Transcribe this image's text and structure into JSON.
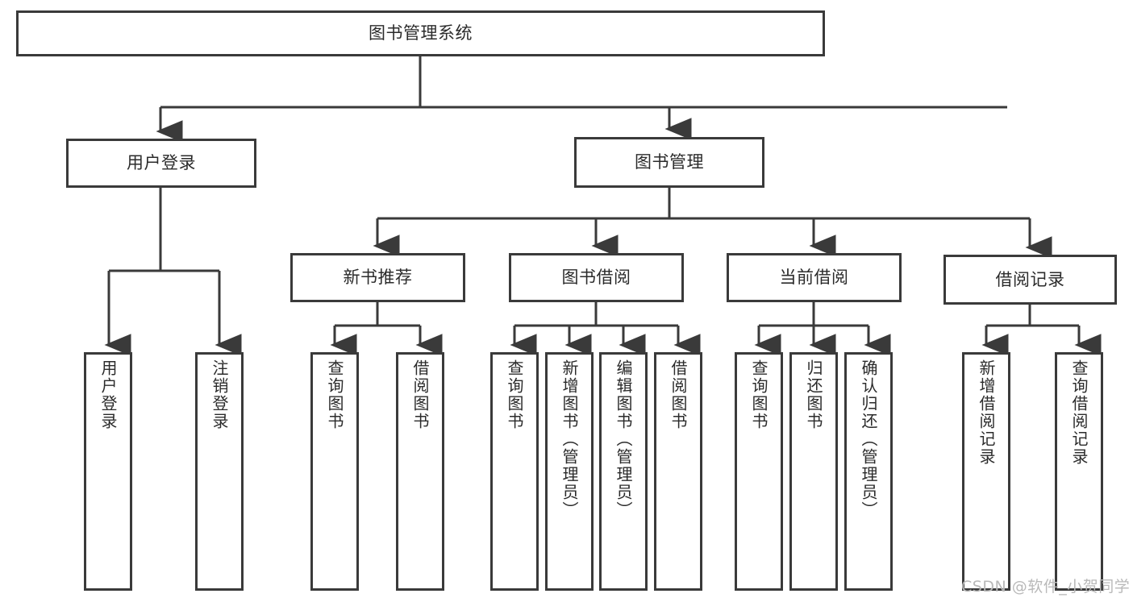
{
  "diagram": {
    "type": "tree-hierarchy-chart",
    "title": "图书管理系统",
    "line_color": "#3a3a3a",
    "text_color": "#2b2b2b",
    "background": "#ffffff",
    "levels": 4
  },
  "root": {
    "label": "图书管理系统"
  },
  "level2": [
    {
      "label": "用户登录"
    },
    {
      "label": "图书管理"
    }
  ],
  "level3": [
    {
      "label": "新书推荐"
    },
    {
      "label": "图书借阅"
    },
    {
      "label": "当前借阅"
    },
    {
      "label": "借阅记录"
    }
  ],
  "leaves": {
    "user_login": [
      {
        "label": "用户登录"
      },
      {
        "label": "注销登录"
      }
    ],
    "new_book": [
      {
        "label": "查询图书"
      },
      {
        "label": "借阅图书"
      }
    ],
    "book_borrow": [
      {
        "label": "查询图书"
      },
      {
        "label": "新增图书（管理员）"
      },
      {
        "label": "编辑图书（管理员）"
      },
      {
        "label": "借阅图书"
      }
    ],
    "current_borrow": [
      {
        "label": "查询图书"
      },
      {
        "label": "归还图书"
      },
      {
        "label": "确认归还（管理员）"
      }
    ],
    "borrow_record": [
      {
        "label": "新增借阅记录"
      },
      {
        "label": "查询借阅记录"
      }
    ]
  },
  "watermark": {
    "text": "CSDN @软件_小贺同学",
    "color": "#b9b9b9"
  }
}
